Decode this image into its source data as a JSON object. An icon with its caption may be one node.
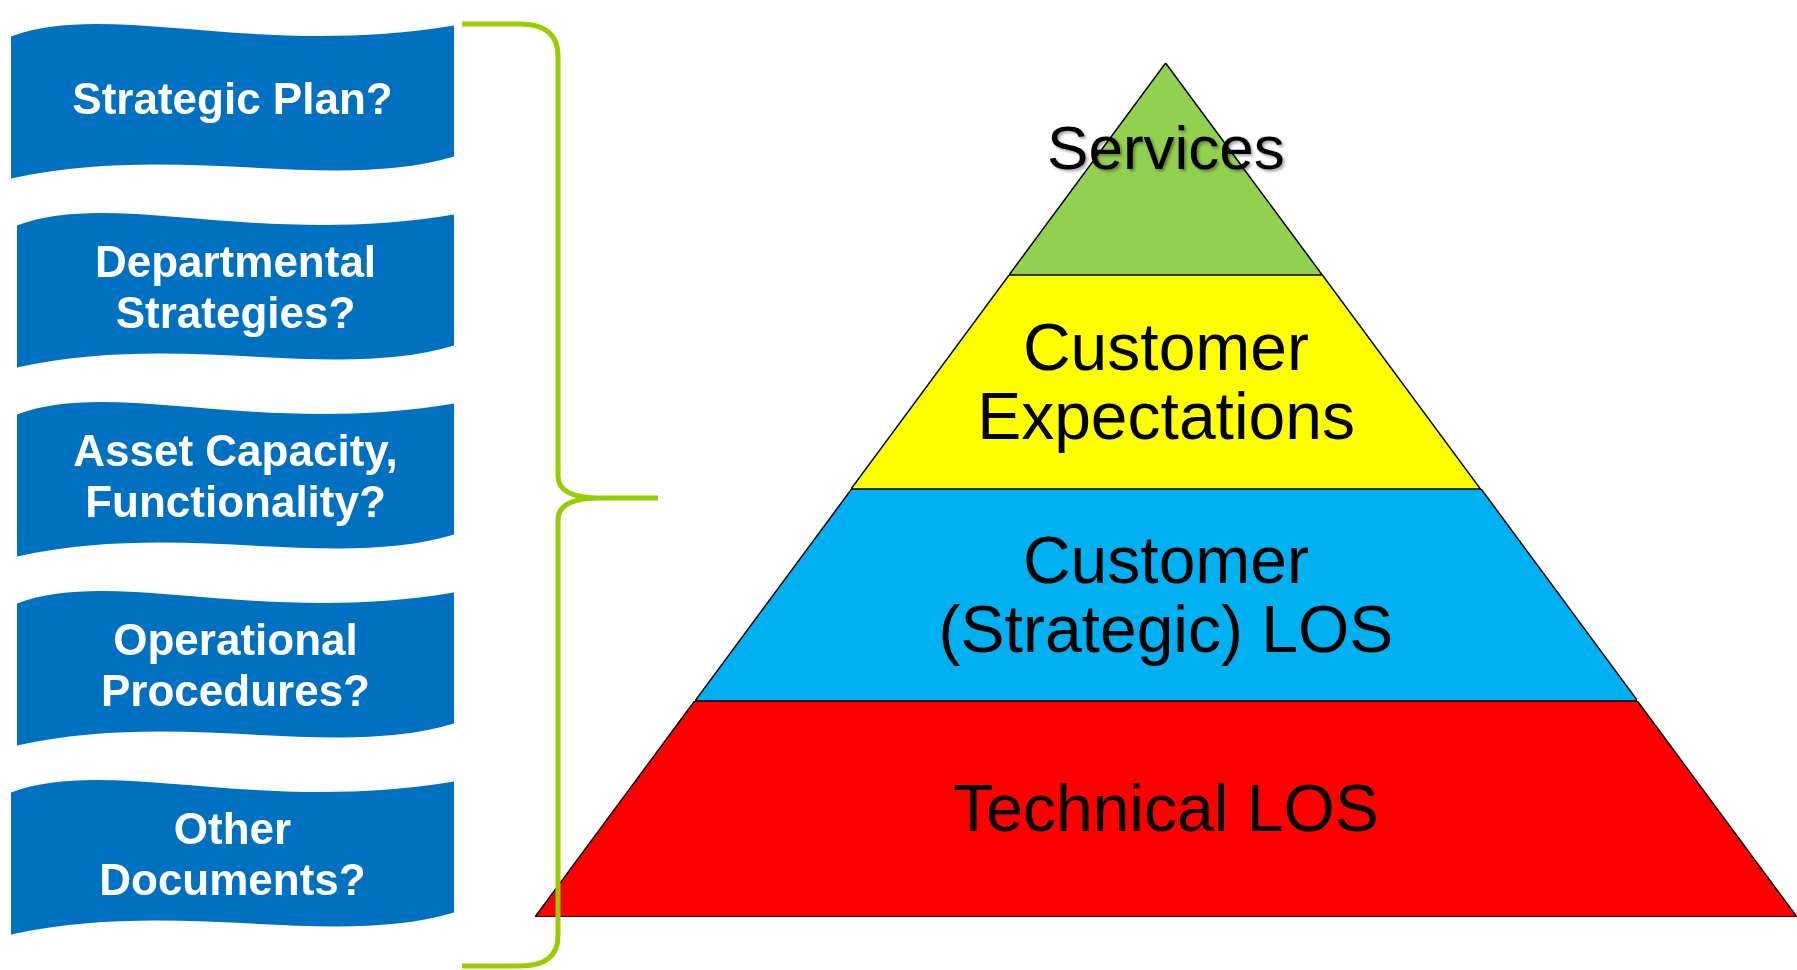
{
  "diagram": {
    "nodes": [
      {
        "text": [
          "Strategic Plan?"
        ]
      },
      {
        "text": [
          "Departmental Strategies?"
        ]
      },
      {
        "text": [
          "Asset Capacity, Functionality?"
        ]
      },
      {
        "text": [
          "Operational Procedures?"
        ]
      },
      {
        "text": [
          "Other Documents?"
        ]
      },
      {
        "text": [
          "Services"
        ]
      },
      {
        "text": [
          "Customer Expectations"
        ]
      },
      {
        "text": [
          "Customer (Strategic) LOS"
        ]
      },
      {
        "text": [
          "Technical LOS"
        ]
      }
    ],
    "edges": []
  }
}
